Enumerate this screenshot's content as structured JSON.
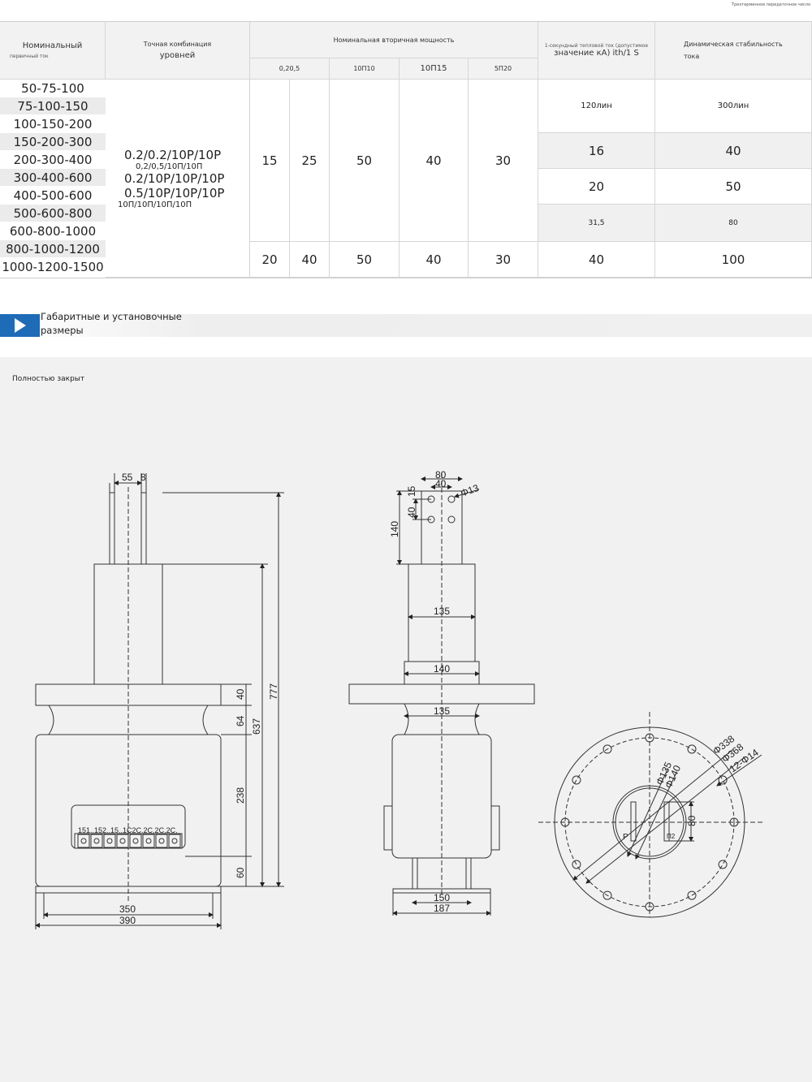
{
  "top_note": "Трехтерминное передаточное число",
  "table": {
    "headers": {
      "primary_current": "Номинальный",
      "primary_current_sub": "первичный ток",
      "combination_1": "Точная комбинация",
      "combination_2": "уровней",
      "secondary_power": "Номинальная вторичная мощность",
      "thermal_1": "1-секундный тепловой ток (допустимое",
      "thermal_2": "значение кА) ith/1 S",
      "dynamic_1": "Динамическая стабильность",
      "dynamic_2": "тока"
    },
    "sub_headers": [
      "0,2",
      "0,5",
      "10П10",
      "10П15",
      "5П20"
    ],
    "primary_currents": [
      "50-75-100",
      "75-100-150",
      "100-150-200",
      "150-200-300",
      "200-300-400",
      "300-400-600",
      "400-500-600",
      "500-600-800",
      "600-800-1000",
      "800-1000-1200",
      "1000-1200-1500"
    ],
    "combinations": [
      "0.2/0.2/10P/10P",
      "0,2/0,5/10П/10П",
      "0.2/10P/10P/10P",
      "0.5/10P/10P/10P",
      "10П/10П/10П/10П"
    ],
    "power_groups": [
      [
        "15",
        "25",
        "50",
        "40",
        "30"
      ],
      [
        "20",
        "40",
        "50",
        "40",
        "30"
      ]
    ],
    "thermal": [
      "120лин",
      "16",
      "20",
      "31,5",
      "40"
    ],
    "dynamic": [
      "300лин",
      "40",
      "50",
      "80",
      "100"
    ]
  },
  "section": {
    "title_1": "Габаритные и установочные",
    "title_2": "размеры",
    "accent": "#1e6bb8"
  },
  "drawing": {
    "caption": "Полностью закрыт",
    "left": {
      "d55": "55",
      "d8": "8",
      "d777": "777",
      "d637": "637",
      "d40": "40",
      "d64": "64",
      "d238": "238",
      "d60": "60",
      "d350": "350",
      "d390": "390",
      "terminals": "151..152..15..1С2С.2С.2С.2С."
    },
    "middle": {
      "d80": "80",
      "d40": "40",
      "d13": "Φ13",
      "d15": "15",
      "d40v": "40",
      "d140v": "140",
      "d135a": "135",
      "d140": "140",
      "d135b": "135",
      "d150": "150",
      "d187": "187"
    },
    "plan": {
      "d338": "Φ338",
      "d368": "Φ368",
      "d14": "12-Φ14",
      "d135": "Φ135",
      "d140": "Φ140",
      "d80": "80",
      "p1": "P",
      "p2": "П2"
    }
  }
}
